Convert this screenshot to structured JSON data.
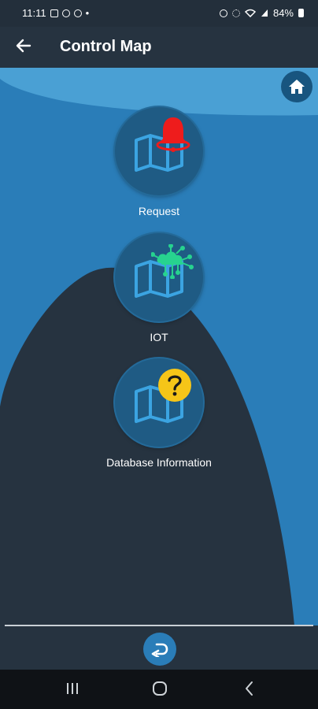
{
  "status": {
    "time": "11:11",
    "dot": "•",
    "battery": "84%"
  },
  "header": {
    "title": "Control Map"
  },
  "menu": [
    {
      "label": "Request",
      "badge": "bell-icon"
    },
    {
      "label": "IOT",
      "badge": "cloud-network-icon"
    },
    {
      "label": "Database Information",
      "badge": "question-icon"
    }
  ],
  "colors": {
    "background": "#263340",
    "wave_blue": "#2a7db8",
    "wave_light": "#4aa0d4",
    "circle": "#1f5b84",
    "bell": "#ee1c1c",
    "iot": "#27d38f",
    "question": "#f5c518"
  }
}
